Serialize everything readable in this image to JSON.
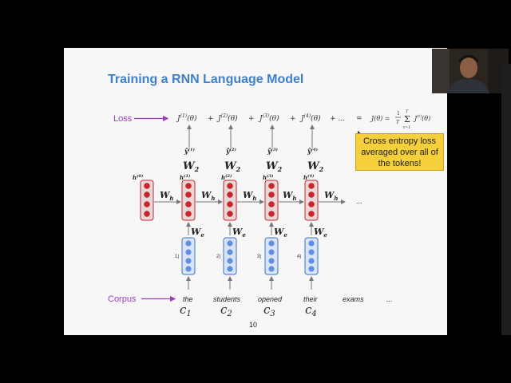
{
  "slide": {
    "title": "Training a RNN Language Model",
    "page_number": "10",
    "callout_lines": [
      "Cross entropy loss",
      "averaged over all of",
      "the tokens!"
    ],
    "loss_label": "Loss",
    "corpus_label": "Corpus"
  },
  "diagram": {
    "loss_terms": [
      "J",
      "J",
      "J",
      "J"
    ],
    "loss_superscripts": [
      "(1)",
      "(2)",
      "(3)",
      "(4)"
    ],
    "loss_arg": "(θ)",
    "plus": "+",
    "plus_ellipsis": "+ ...",
    "equals": "=",
    "total_loss_lhs": "J(θ) =",
    "fraction_num": "1",
    "fraction_den": "T",
    "sum_upper": "T",
    "sum_lower": "t=1",
    "sum_symbol": "Σ",
    "sum_term": "J",
    "sum_term_sup": "(t)",
    "sum_term_arg": "(θ)",
    "yhat": "ŷ",
    "w2": "W",
    "w2_sub": "2",
    "h": "h",
    "h_superscripts": [
      "(0)",
      "(1)",
      "(2)",
      "(3)",
      "(4)"
    ],
    "wh": "W",
    "wh_sub": "h",
    "we": "W",
    "we_sub": "e",
    "embedding_labels": [
      "1)",
      "2)",
      "3)",
      "4)"
    ],
    "words": [
      "the",
      "students",
      "opened",
      "their",
      "exams",
      "..."
    ],
    "c": "c",
    "c_subs": [
      "1",
      "2",
      "3",
      "4"
    ],
    "hidden_ellipsis": "..."
  },
  "colors": {
    "title_blue": "#3f7fcf",
    "label_purple": "#9b3fb5",
    "hidden_red": "#c8262f",
    "embed_blue": "#5d8fe6",
    "callout_yellow": "#f6cf3d"
  }
}
